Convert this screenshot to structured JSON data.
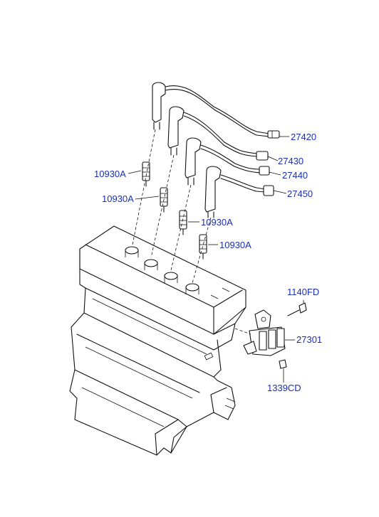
{
  "diagram": {
    "callouts": [
      {
        "id": "c1",
        "label": "27420"
      },
      {
        "id": "c2",
        "label": "27430"
      },
      {
        "id": "c3",
        "label": "27440"
      },
      {
        "id": "c4",
        "label": "27450"
      },
      {
        "id": "c5",
        "label": "10930A"
      },
      {
        "id": "c6",
        "label": "10930A"
      },
      {
        "id": "c7",
        "label": "10930A"
      },
      {
        "id": "c8",
        "label": "10930A"
      },
      {
        "id": "c9",
        "label": "1140FD"
      },
      {
        "id": "c10",
        "label": "27301"
      },
      {
        "id": "c11",
        "label": "1339CD"
      }
    ],
    "colors": {
      "label": "#1a2fb8",
      "line": "#111111"
    }
  }
}
